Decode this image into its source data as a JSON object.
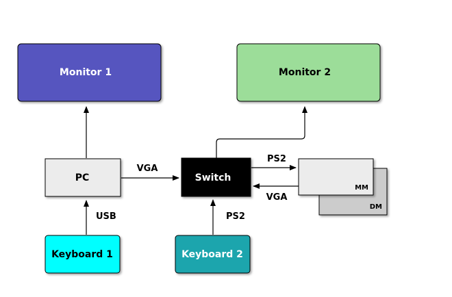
{
  "nodes": {
    "monitor1": {
      "label": "Monitor 1",
      "fill": "#5755bf",
      "text_color": "#ffffff"
    },
    "monitor2": {
      "label": "Monitor 2",
      "fill": "#9cdd99",
      "text_color": "#000000"
    },
    "pc": {
      "label": "PC",
      "fill": "#ececec",
      "text_color": "#000000"
    },
    "switch": {
      "label": "Switch",
      "fill": "#000000",
      "text_color": "#ffffff"
    },
    "keyboard1": {
      "label": "Keyboard 1",
      "fill": "#00ffff",
      "text_color": "#000000"
    },
    "keyboard2": {
      "label": "Keyboard 2",
      "fill": "#1aa5ad",
      "text_color": "#ffffff"
    },
    "mm": {
      "label": "MM",
      "fill": "#ececec",
      "text_color": "#000000"
    },
    "dm": {
      "label": "DM",
      "fill": "#cccccc",
      "text_color": "#000000"
    }
  },
  "edges": {
    "pc_to_switch": "VGA",
    "switch_to_mm": "PS2",
    "mm_to_switch": "VGA",
    "keyboard1_to_pc": "USB",
    "keyboard2_to_switch": "PS2"
  }
}
